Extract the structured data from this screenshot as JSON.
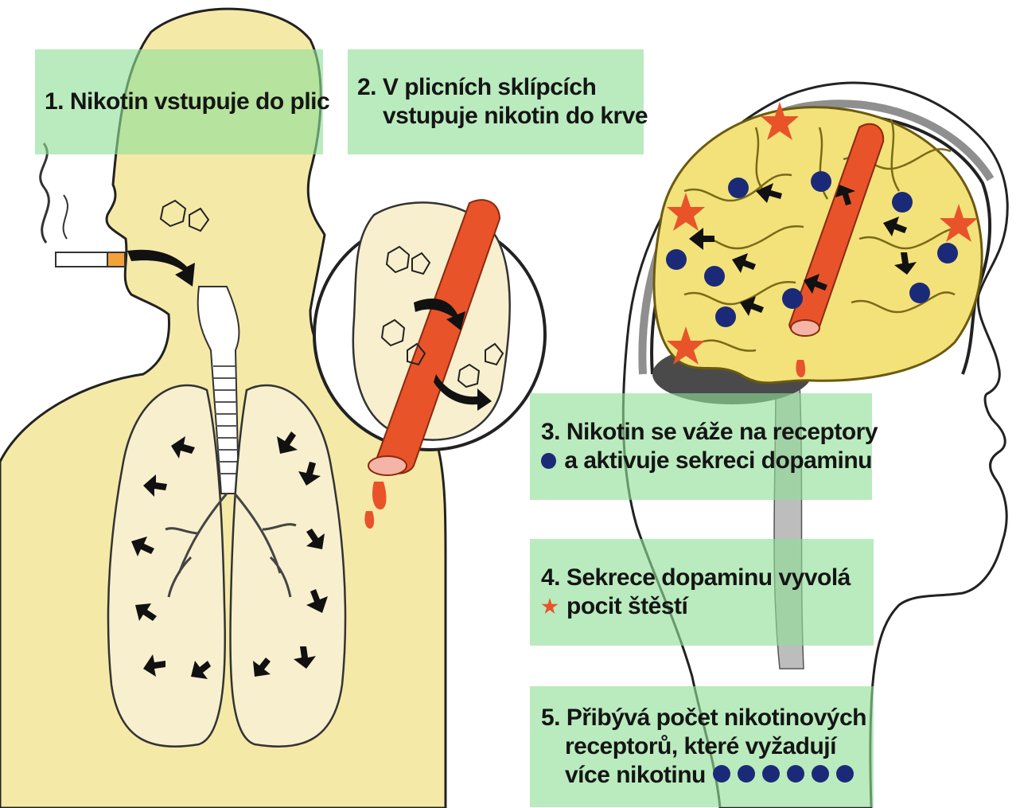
{
  "labels": {
    "step1": "1. Nikotin vstupuje do plic",
    "step2_line1": "2. V plicních sklípcích",
    "step2_line2": "vstupuje nikotin do krve",
    "step3_line1": "3. Nikotin se váže na receptory",
    "step3_line2": "a aktivuje sekreci dopaminu",
    "step4_line1": "4. Sekrece dopaminu vyvolá",
    "step4_line2": "pocit štěstí",
    "step5_line1": "5. Přibývá počet nikotinových",
    "step5_line2": "receptorů, které vyžadují",
    "step5_line3": "více nikotinu"
  },
  "legend": {
    "receptor_icon": "dark-blue-dot",
    "dopamine_icon": "orange-star",
    "receptor_dot_count": 6
  },
  "colors": {
    "skin": "#f5e9a8",
    "label_box": "#90de96",
    "blood_vessel": "#e8532a",
    "receptor": "#1b2a78",
    "brain": "#f3e27a",
    "alveolus": "#f7efce"
  }
}
